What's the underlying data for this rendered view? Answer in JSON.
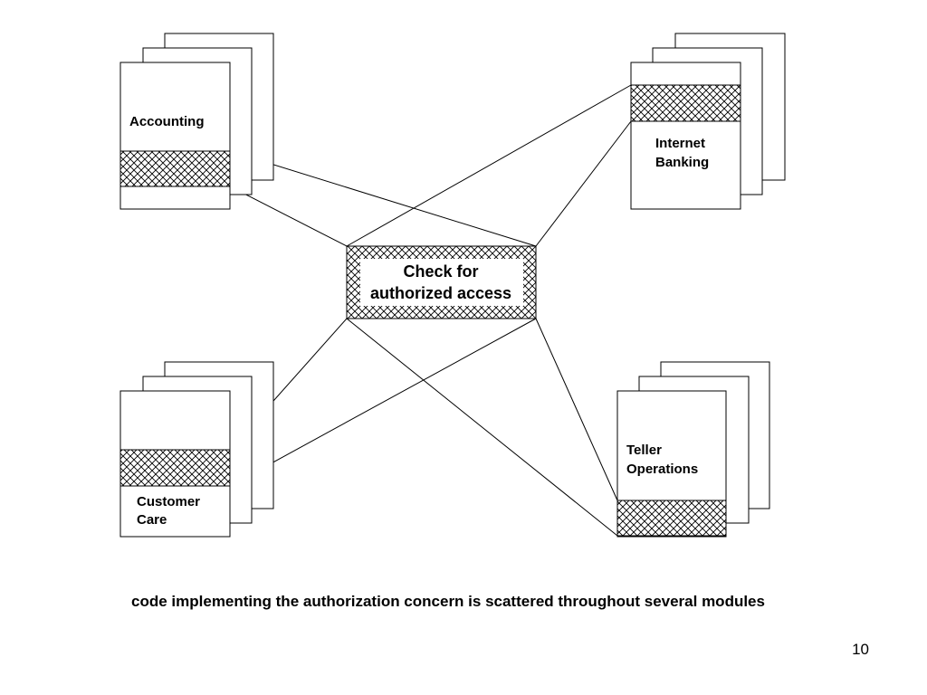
{
  "diagram": {
    "modules": {
      "accounting": {
        "label_lines": [
          "Accounting"
        ]
      },
      "internet_banking": {
        "label_lines": [
          "Internet",
          "Banking"
        ]
      },
      "customer_care": {
        "label_lines": [
          "Customer",
          "Care"
        ]
      },
      "teller_operations": {
        "label_lines": [
          "Teller",
          "Operations"
        ]
      }
    },
    "concern": {
      "label_lines": [
        "Check for",
        "authorized access"
      ]
    }
  },
  "caption": "code implementing the authorization concern is scattered throughout several modules",
  "page_number": "10"
}
